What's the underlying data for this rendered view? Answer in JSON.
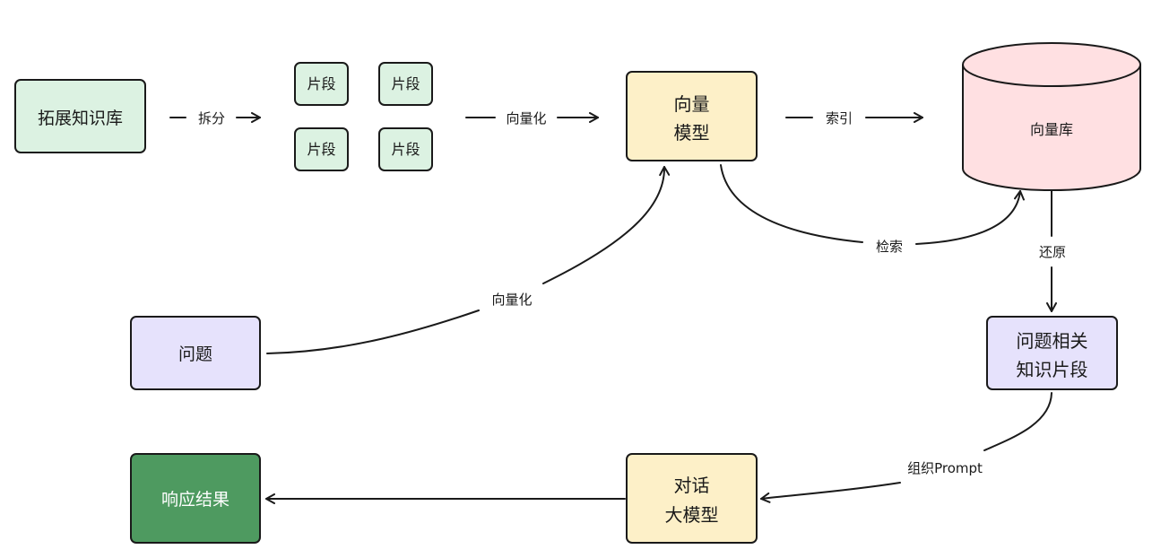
{
  "colors": {
    "green_light": "#dcf2e2",
    "yellow": "#fdf0c8",
    "pink": "#ffe0e2",
    "purple": "#e6e2fc",
    "green_dark": "#4e9a60",
    "stroke": "#1a1a1a"
  },
  "nodes": {
    "knowledge_base": {
      "label": "拓展知识库"
    },
    "fragment_1": {
      "label": "片段"
    },
    "fragment_2": {
      "label": "片段"
    },
    "fragment_3": {
      "label": "片段"
    },
    "fragment_4": {
      "label": "片段"
    },
    "vector_model": {
      "line1": "向量",
      "line2": "模型"
    },
    "vector_db": {
      "label": "向量库"
    },
    "question": {
      "label": "问题"
    },
    "related_fragments": {
      "line1": "问题相关",
      "line2": "知识片段"
    },
    "chat_model": {
      "line1": "对话",
      "line2": "大模型"
    },
    "response": {
      "label": "响应结果"
    }
  },
  "edges": {
    "split": "拆分",
    "vectorize_fragments": "向量化",
    "index": "索引",
    "retrieve": "检索",
    "restore": "还原",
    "vectorize_question": "向量化",
    "organize_prompt": "组织Prompt"
  }
}
